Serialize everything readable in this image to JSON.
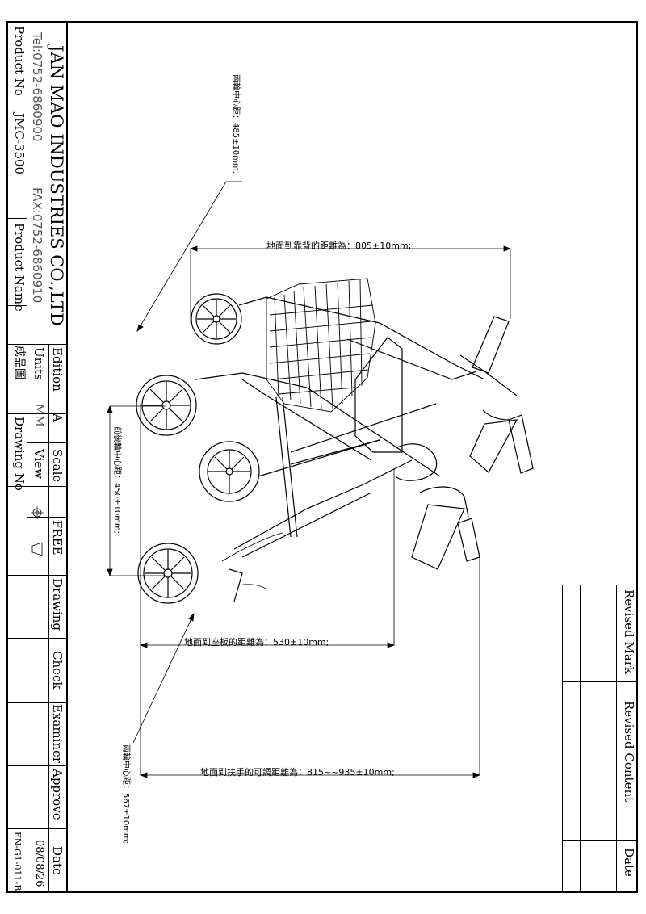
{
  "title_block": {
    "company": "JAN MAO INDUSTRIES CO.,LTD",
    "tel": "Tel:0752-6860900",
    "fax": "FAX:0752-6860910",
    "product_no_label": "Product No",
    "product_no": "JMC-3500",
    "product_name_label": "Product Name",
    "product_name": "成品圖",
    "drawing_no_label": "Drawing No",
    "form_code": "FN-G1-011-B",
    "edition_label": "Edition",
    "edition": "A",
    "scale_label": "Scale",
    "scale": "FREE",
    "units_label": "Units",
    "units": "MM",
    "view_label": "View",
    "drawing_label": "Drawing",
    "check_label": "Check",
    "examiner_label": "Examiner",
    "approve_label": "Approve",
    "date_label": "Date",
    "date": "08/08/26"
  },
  "revision_block": {
    "mark_label": "Revised Mark",
    "content_label": "Revised Content",
    "date_label": "Date"
  },
  "dimensions": {
    "backrest_height": "地面到靠背的距離為：805±10mm;",
    "seat_height": "地面到座板的距離為：530±10mm;",
    "handle_height": "地面到扶手的可調距離為：815~~935±10mm;",
    "wheelbase": "前後輪中心距：450±10mm;",
    "rear_track": "兩輪中心距：485±10mm;",
    "front_track": "兩輪中心距：567±10mm;"
  }
}
